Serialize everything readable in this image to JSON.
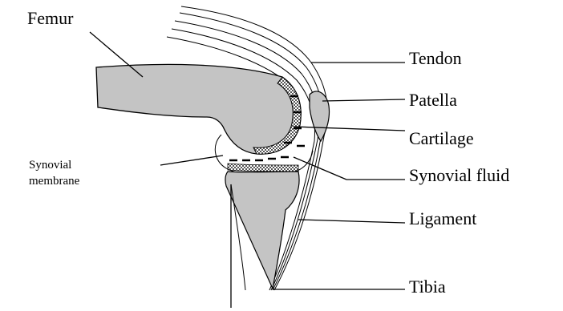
{
  "labels": {
    "femur": "Femur",
    "tendon": "Tendon",
    "patella": "Patella",
    "cartilage": "Cartilage",
    "synovial_fluid": "Synovial fluid",
    "ligament": "Ligament",
    "tibia": "Tibia",
    "synovial_membrane_line1": "Synovial",
    "synovial_membrane_line2": "membrane"
  },
  "colors": {
    "bone": "#c4c4c4",
    "outline": "#000000",
    "cartilage_fill": "#8a8a8a",
    "background": "#ffffff"
  }
}
